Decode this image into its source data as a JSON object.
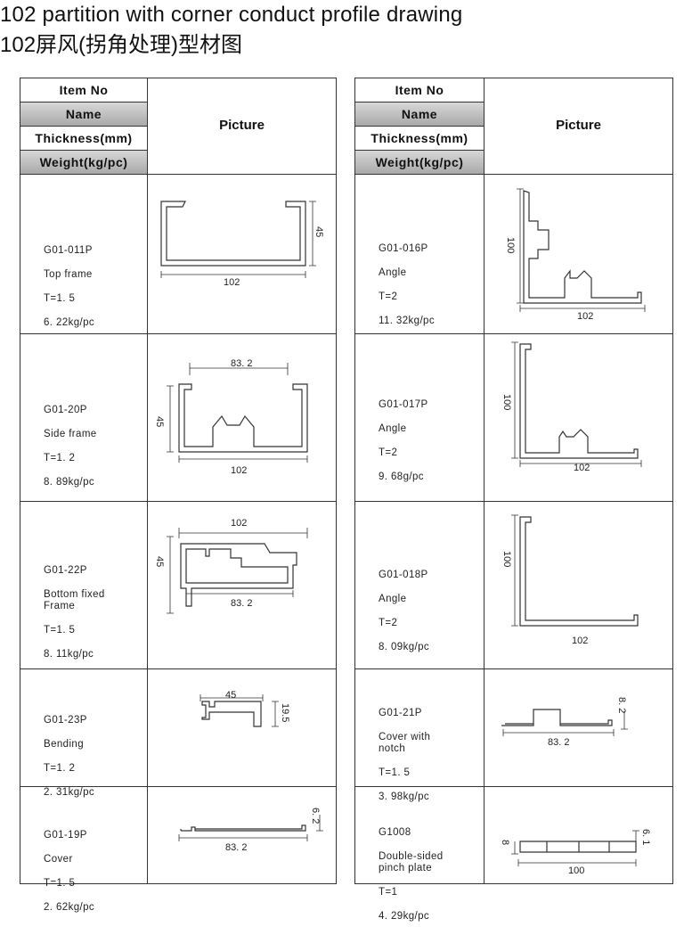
{
  "title_en": "102 partition with corner conduct profile drawing",
  "title_cn": "102屏风(拐角处理)型材图",
  "header": {
    "item_no": "Item No",
    "name": "Name",
    "thickness": "Thickness(mm)",
    "weight": "Weight(kg/pc)",
    "picture": "Picture"
  },
  "left_items": [
    {
      "code": "G01-011P",
      "name": "Top frame",
      "thickness": "T=1. 5",
      "weight": "6. 22kg/pc",
      "dims": [
        "102",
        "45"
      ]
    },
    {
      "code": "G01-20P",
      "name": "Side frame",
      "thickness": "T=1. 2",
      "weight": "8. 89kg/pc",
      "dims": [
        "83. 2",
        "45",
        "102"
      ]
    },
    {
      "code": "G01-22P",
      "name": "Bottom fixed\nFrame",
      "thickness": "T=1. 5",
      "weight": "8. 11kg/pc",
      "dims": [
        "102",
        "45",
        "83. 2"
      ]
    },
    {
      "code": "G01-23P",
      "name": "Bending",
      "thickness": "T=1. 2",
      "weight": "2. 31kg/pc",
      "dims": [
        "45",
        "19.5"
      ]
    },
    {
      "code": "G01-19P",
      "name": "Cover",
      "thickness": "T=1. 5",
      "weight": "2. 62kg/pc",
      "dims": [
        "6. 2",
        "83. 2"
      ]
    }
  ],
  "right_items": [
    {
      "code": "G01-016P",
      "name": "Angle",
      "thickness": "T=2",
      "weight": "11. 32kg/pc",
      "dims": [
        "100",
        "102"
      ]
    },
    {
      "code": "G01-017P",
      "name": "Angle",
      "thickness": "T=2",
      "weight": "9. 68g/pc",
      "dims": [
        "100",
        "102"
      ]
    },
    {
      "code": "G01-018P",
      "name": "Angle",
      "thickness": "T=2",
      "weight": "8. 09kg/pc",
      "dims": [
        "100",
        "102"
      ]
    },
    {
      "code": "G01-21P",
      "name": "Cover with\nnotch",
      "thickness": "T=1. 5",
      "weight": "3. 98kg/pc",
      "dims": [
        "8. 2",
        "83. 2"
      ]
    },
    {
      "code": "G1008",
      "name": "Double-sided\npinch plate",
      "thickness": "T=1",
      "weight": "4. 29kg/pc",
      "dims": [
        "8",
        "6. 1",
        "100"
      ]
    }
  ]
}
